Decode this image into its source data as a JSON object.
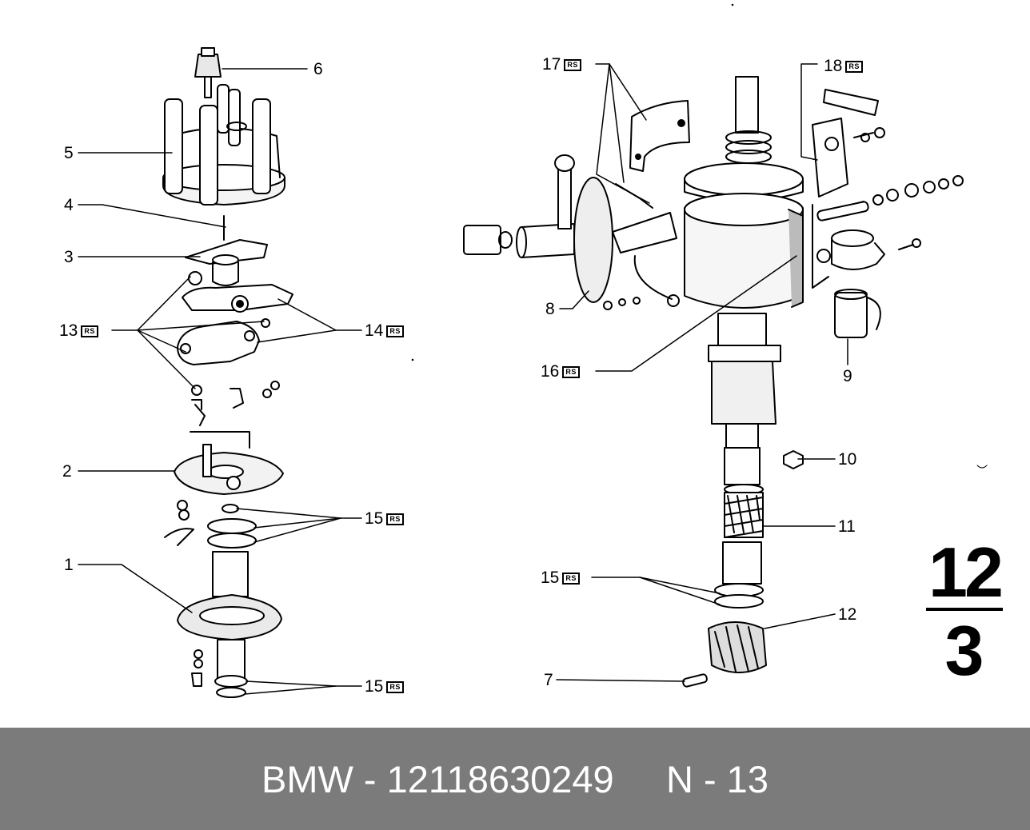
{
  "diagram": {
    "callouts": [
      {
        "id": "c6",
        "number": "6",
        "rs": ""
      },
      {
        "id": "c5",
        "number": "5",
        "rs": ""
      },
      {
        "id": "c4",
        "number": "4",
        "rs": ""
      },
      {
        "id": "c3",
        "number": "3",
        "rs": ""
      },
      {
        "id": "c13",
        "number": "13",
        "rs": "RS"
      },
      {
        "id": "c14",
        "number": "14",
        "rs": "RS"
      },
      {
        "id": "c2",
        "number": "2",
        "rs": ""
      },
      {
        "id": "c15a",
        "number": "15",
        "rs": "RS"
      },
      {
        "id": "c1",
        "number": "1",
        "rs": ""
      },
      {
        "id": "c15b",
        "number": "15",
        "rs": "RS"
      },
      {
        "id": "c17",
        "number": "17",
        "rs": "RS"
      },
      {
        "id": "c18",
        "number": "18",
        "rs": "RS"
      },
      {
        "id": "c8",
        "number": "8",
        "rs": ""
      },
      {
        "id": "c16",
        "number": "16",
        "rs": "RS"
      },
      {
        "id": "c9",
        "number": "9",
        "rs": ""
      },
      {
        "id": "c10",
        "number": "10",
        "rs": ""
      },
      {
        "id": "c11",
        "number": "11",
        "rs": ""
      },
      {
        "id": "c15c",
        "number": "15",
        "rs": "RS"
      },
      {
        "id": "c12",
        "number": "12",
        "rs": ""
      },
      {
        "id": "c7",
        "number": "7",
        "rs": ""
      }
    ],
    "group_number": {
      "top": "12",
      "bottom": "3"
    }
  },
  "footer": {
    "text": "BMW - 12118630249     N - 13"
  },
  "colors": {
    "ink": "#000000",
    "footer_bg": "#7b7b7b",
    "footer_text": "#ffffff"
  }
}
